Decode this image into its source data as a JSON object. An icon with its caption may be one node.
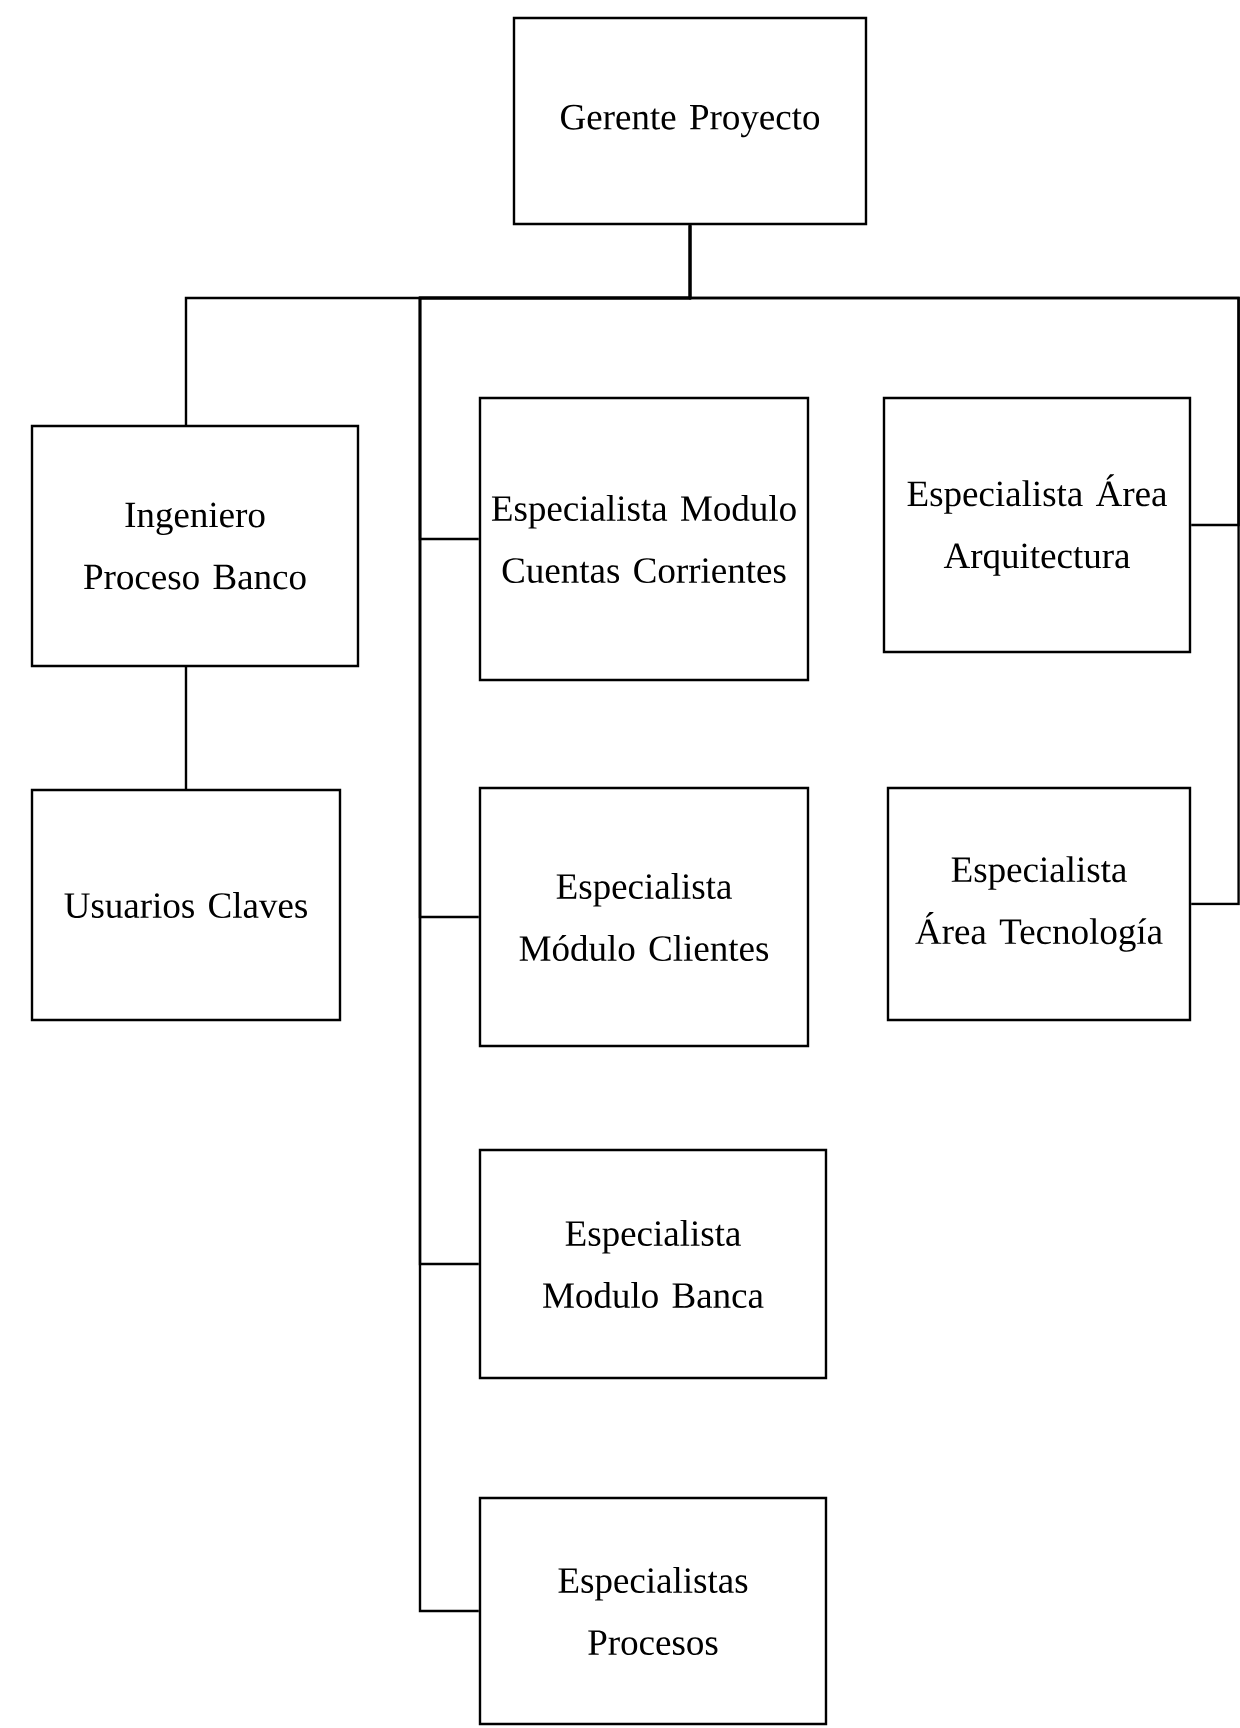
{
  "diagram": {
    "nodes": [
      {
        "text": [
          "Gerente Proyecto"
        ]
      },
      {
        "text": [
          "Ingeniero Proceso Banco"
        ]
      },
      {
        "text": [
          "Usuarios Claves"
        ]
      },
      {
        "text": [
          "Especialista Modulo Cuentas Corrientes"
        ]
      },
      {
        "text": [
          "Especialista Área Arquitectura"
        ]
      },
      {
        "text": [
          "Especialista Módulo Clientes"
        ]
      },
      {
        "text": [
          "Especialista Área Tecnología"
        ]
      },
      {
        "text": [
          "Especialista Modulo Banca"
        ]
      },
      {
        "text": [
          "Especialistas Procesos"
        ]
      }
    ],
    "edges": [
      {
        "from": 0,
        "to": 1,
        "arrow": "none"
      },
      {
        "from": 1,
        "to": 2,
        "arrow": "none"
      },
      {
        "from": 0,
        "to": 3,
        "arrow": "none"
      },
      {
        "from": 0,
        "to": 4,
        "arrow": "none"
      },
      {
        "from": 0,
        "to": 5,
        "arrow": "none"
      },
      {
        "from": 0,
        "to": 6,
        "arrow": "none"
      },
      {
        "from": 0,
        "to": 7,
        "arrow": "none"
      },
      {
        "from": 0,
        "to": 8,
        "arrow": "none"
      }
    ]
  }
}
